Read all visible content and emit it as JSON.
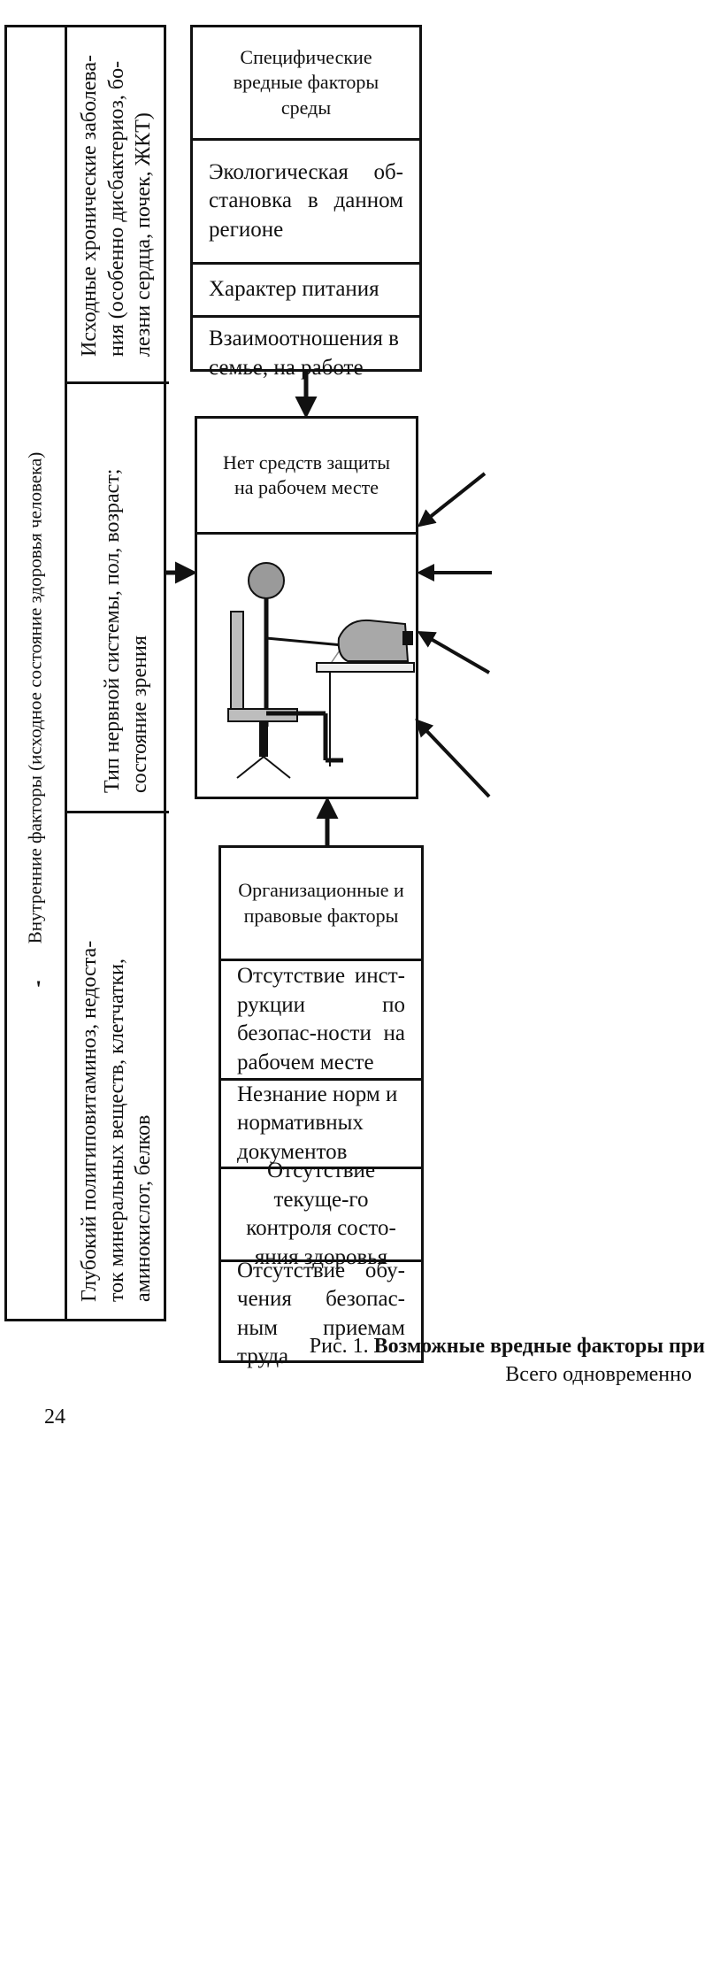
{
  "internal": {
    "title": "Внутренние факторы  (исходное состояние здоровья человека)",
    "mark": "'",
    "cells": [
      [
        "Исходные хронические заболева-",
        "ния (особенно дисбактериоз, бо-",
        "лезни сердца, почек, ЖКТ)"
      ],
      [
        "Тип нервной системы, пол, возраст;",
        "состояние зрения"
      ],
      [
        "Глубокий полигиповитаминоз, недоста-",
        "ток минеральных веществ, клетчатки,",
        "аминокислот, белков"
      ]
    ]
  },
  "specific": {
    "header": "Специфические вредные факторы среды",
    "items": [
      "Экологическая об-становка в данном регионе",
      "Характер питания",
      "Взаимоотношения в семье, на работе"
    ]
  },
  "workplace": {
    "header": "Нет средств защиты на рабочем месте"
  },
  "organizational": {
    "header": "Организационные и правовые факторы",
    "items": [
      "Отсутствие инст-рукции по безопас-ности на рабочем месте",
      "Незнание норм и нормативных документов",
      "Отсутствие текуще-го контроля состо-яния здоровья",
      "Отсутствие обу-чения безопас-ным приемам труда"
    ]
  },
  "caption": {
    "prefix": "Рис. 1. ",
    "title": "Возможные вредные факторы при",
    "second_line": "Всего одновременно"
  },
  "page_number": "24"
}
